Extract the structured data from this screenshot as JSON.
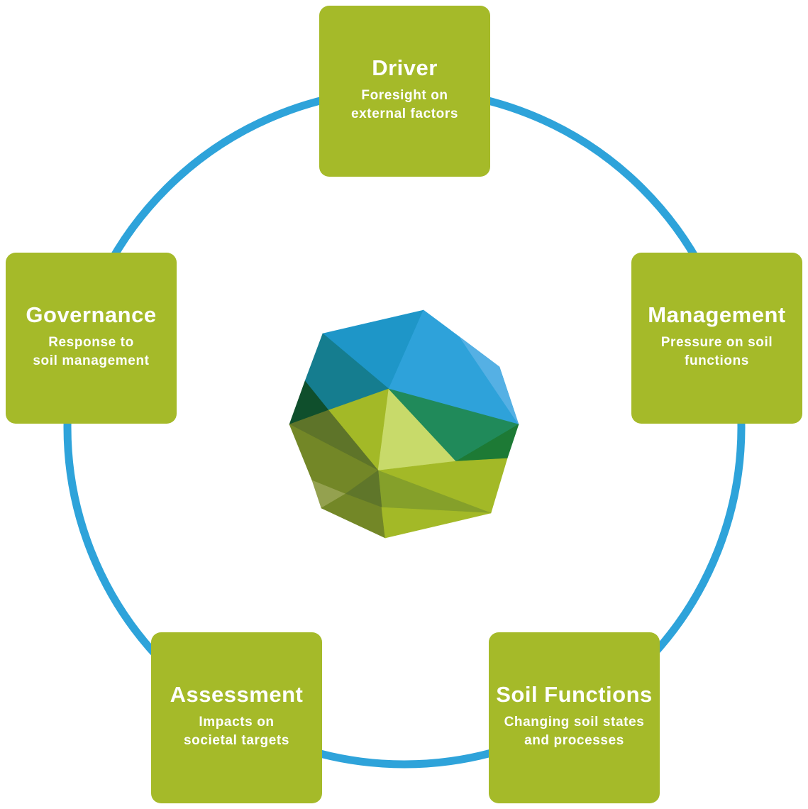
{
  "colors": {
    "box_fill": "#a5ba29",
    "ring": "#2ea3da",
    "text": "#ffffff"
  },
  "nodes": [
    {
      "id": "driver",
      "title": "Driver",
      "subtitle_lines": [
        "Foresight on",
        "external factors"
      ]
    },
    {
      "id": "management",
      "title": "Management",
      "subtitle_lines": [
        "Pressure on soil",
        "functions"
      ]
    },
    {
      "id": "soil-functions",
      "title": "Soil Functions",
      "subtitle_lines": [
        "Changing soil states",
        "and processes"
      ]
    },
    {
      "id": "assessment",
      "title": "Assessment",
      "subtitle_lines": [
        "Impacts on",
        "societal targets"
      ]
    },
    {
      "id": "governance",
      "title": "Governance",
      "subtitle_lines": [
        "Response to",
        "soil management"
      ]
    }
  ],
  "center_icon": {
    "name": "polygon-soil-gem-logo",
    "facet_colors": [
      "#1e96c8",
      "#2ea2da",
      "#55b0e4",
      "#157d8f",
      "#0f4f2c",
      "#a3b927",
      "#c8da6a",
      "#208a5a",
      "#1d7a35",
      "#85a02a",
      "#5e7429",
      "#738727",
      "#94a14f",
      "#5f762a"
    ]
  }
}
